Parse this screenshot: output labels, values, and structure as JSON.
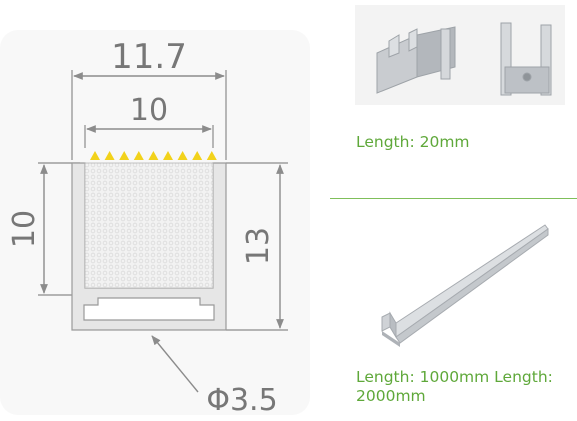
{
  "drawing": {
    "dim_outer_width": "11.7",
    "dim_inner_width": "10",
    "dim_inner_height": "10",
    "dim_outer_height": "13",
    "dim_diameter": "Φ3.5"
  },
  "clips": {
    "length_label": "Length: 20mm"
  },
  "profile": {
    "length_label": "Length: 1000mm Length: 2000mm"
  },
  "colors": {
    "accent_green": "#5fa83a",
    "led_yellow": "#f2d21b",
    "line_gray": "#8c8c8c"
  }
}
